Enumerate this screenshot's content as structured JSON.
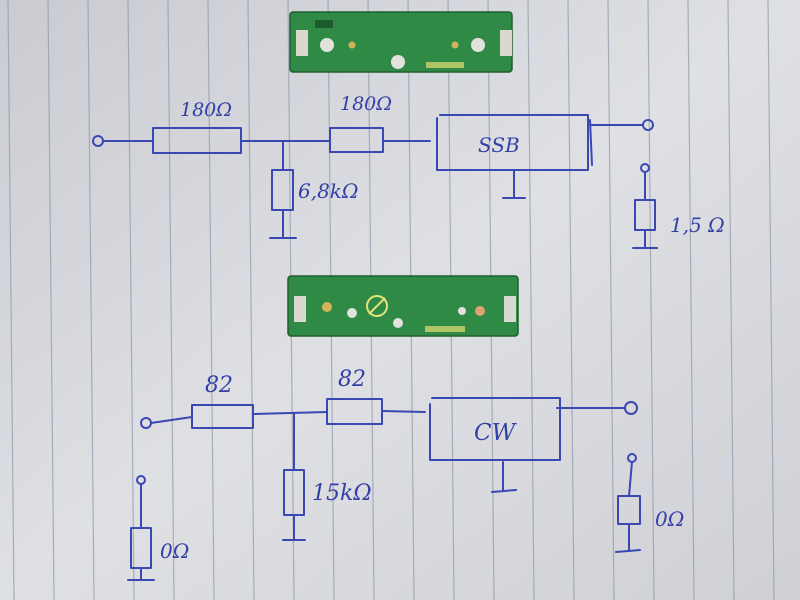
{
  "ssb_circuit": {
    "resistor1": "180Ω",
    "resistor2": "180Ω",
    "shunt": "6,8kΩ",
    "block": "SSB",
    "output_shunt": "1,5 Ω"
  },
  "cw_circuit": {
    "resistor1": "82",
    "resistor2": "82",
    "shunt": "15kΩ",
    "block": "CW",
    "input_shunt": "0Ω",
    "output_shunt": "0Ω"
  },
  "colors": {
    "paper": "#dcdde1",
    "rule_line": "#8a93a8",
    "ink": "#3a48b3",
    "pcb_green": "#2f8a45"
  },
  "icon_names": [
    "pcb-board-top",
    "pcb-board-bottom"
  ]
}
